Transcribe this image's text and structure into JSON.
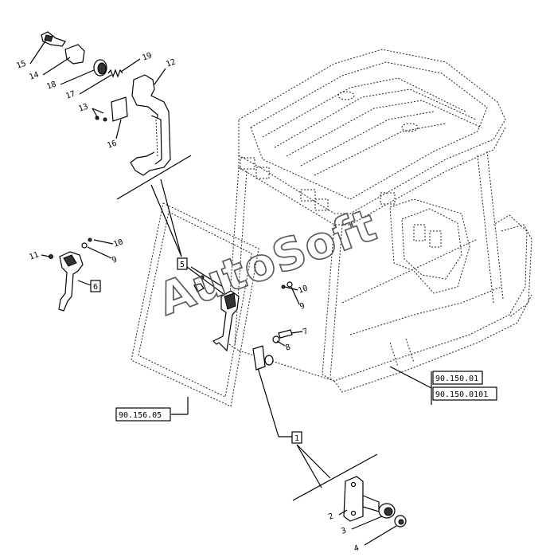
{
  "watermark": "AutoSoft",
  "callouts": [
    {
      "id": "c15",
      "label": "15"
    },
    {
      "id": "c14",
      "label": "14"
    },
    {
      "id": "c18",
      "label": "18"
    },
    {
      "id": "c17",
      "label": "17"
    },
    {
      "id": "c19",
      "label": "19"
    },
    {
      "id": "c12",
      "label": "12"
    },
    {
      "id": "c13",
      "label": "13"
    },
    {
      "id": "c16",
      "label": "16"
    },
    {
      "id": "c11",
      "label": "11"
    },
    {
      "id": "c10a",
      "label": "10"
    },
    {
      "id": "c9a",
      "label": "9"
    },
    {
      "id": "c10b",
      "label": "10"
    },
    {
      "id": "c9b",
      "label": "9"
    },
    {
      "id": "c7",
      "label": "7"
    },
    {
      "id": "c8",
      "label": "8"
    },
    {
      "id": "c2",
      "label": "2"
    },
    {
      "id": "c3",
      "label": "3"
    },
    {
      "id": "c4",
      "label": "4"
    }
  ],
  "boxed_refs": [
    {
      "id": "b5",
      "label": "5"
    },
    {
      "id": "b6",
      "label": "6"
    },
    {
      "id": "b1",
      "label": "1"
    }
  ],
  "section_refs": [
    {
      "id": "s1",
      "label": "90.150.01"
    },
    {
      "id": "s2",
      "label": "90.150.0101"
    },
    {
      "id": "s3",
      "label": "90.156.05"
    }
  ]
}
